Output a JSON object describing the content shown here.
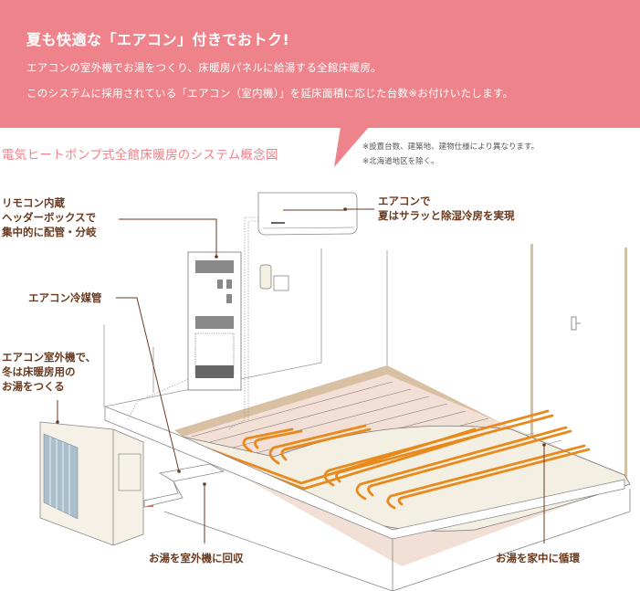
{
  "banner": {
    "headline": "夏も快適な「エアコン」付きでおトク!",
    "description_lines": [
      "エアコンの室外機でお湯をつくり、床暖房パネルに給湯する全館床暖房。",
      "このシステムに採用されている「エアコン（室内機）」を延床面積に応じた台数※お付けいたします。"
    ],
    "background_color": "#ee838b"
  },
  "diagram": {
    "title": "電気ヒートポンプ式全館床暖房のシステム概念図",
    "notes": [
      "※設置台数、建築地、建物仕様により異なります。",
      "※北海道地区を除く。"
    ],
    "callouts": {
      "header_box": [
        "リモコン内蔵",
        "ヘッダーボックスで",
        "集中的に配管・分岐"
      ],
      "refrigerant_pipe": "エアコン冷媒管",
      "outdoor_unit": [
        "エアコン室外機で、",
        "冬は床暖房用の",
        "お湯をつくる"
      ],
      "indoor_unit": [
        "エアコンで",
        "夏はサラッと除湿冷房を実現"
      ],
      "return_water": "お湯を室外機に回収",
      "circulate_water": "お湯を家中に循環"
    },
    "colors": {
      "callout_text": "#6a3a20",
      "pipe": "#e8891c",
      "floor_panel": "#f3efe2",
      "floor_boards": "#f2dfd6",
      "baseboard": "#d9c0a2",
      "line": "#888888"
    }
  }
}
